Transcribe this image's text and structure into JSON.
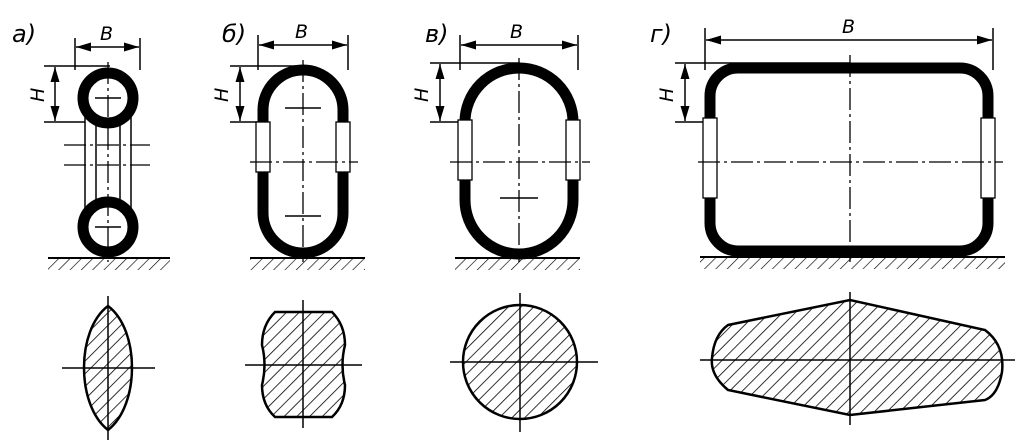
{
  "figures": [
    {
      "label": "а)",
      "width_label": "В",
      "height_label": "Н"
    },
    {
      "label": "б)",
      "width_label": "В",
      "height_label": "Н"
    },
    {
      "label": "в)",
      "width_label": "В",
      "height_label": "Н"
    },
    {
      "label": "г)",
      "width_label": "В",
      "height_label": "Н"
    }
  ]
}
